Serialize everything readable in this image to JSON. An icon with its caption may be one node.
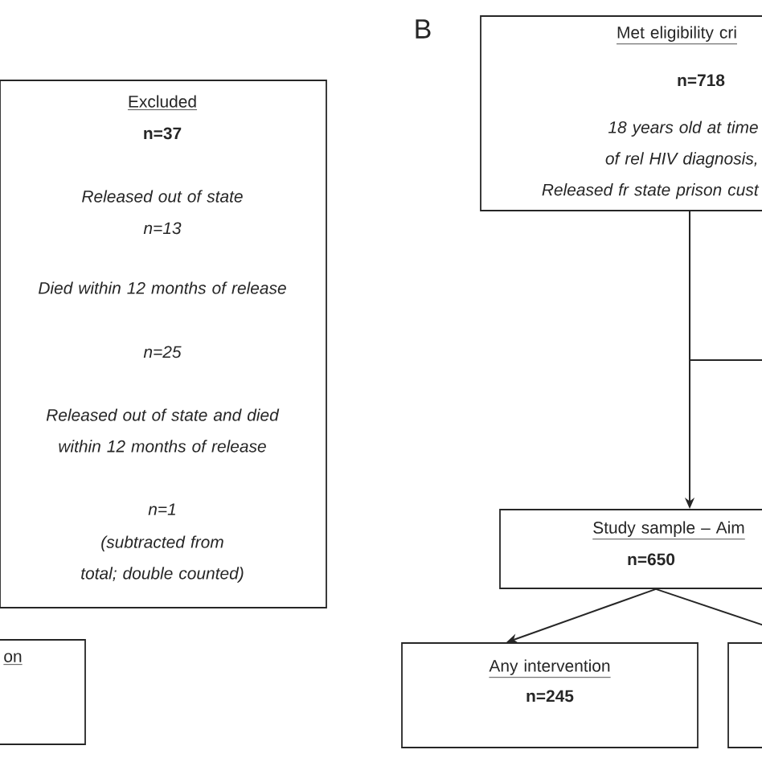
{
  "diagram": {
    "nodes": [
      {
        "text": [
          "Excluded",
          "n=37",
          "Released out of state",
          "n=13",
          "Died within 12 months of release",
          "n=25",
          "Released out of state and died within 12 months of release",
          "n=1",
          "(subtracted from total; double counted)"
        ]
      },
      {
        "text": [
          "on"
        ]
      },
      {
        "text": [
          "Met eligibility cri",
          "n=718",
          "18 years old at time of rel HIV diagnosis, Released fr state prison cust"
        ]
      },
      {
        "text": [
          "Study sample – Aim",
          "n=650"
        ]
      },
      {
        "text": [
          "Any intervention",
          "n=245"
        ]
      },
      {
        "text": [],
        "shape": "box"
      }
    ],
    "edges": [
      {
        "from": 2,
        "to": 3,
        "arrow": "to"
      },
      {
        "from": 2,
        "to": null,
        "arrow": "none"
      },
      {
        "from": 3,
        "to": 4,
        "arrow": "to"
      },
      {
        "from": 3,
        "to": 5,
        "arrow": "none"
      }
    ],
    "labels": [
      "B"
    ]
  }
}
